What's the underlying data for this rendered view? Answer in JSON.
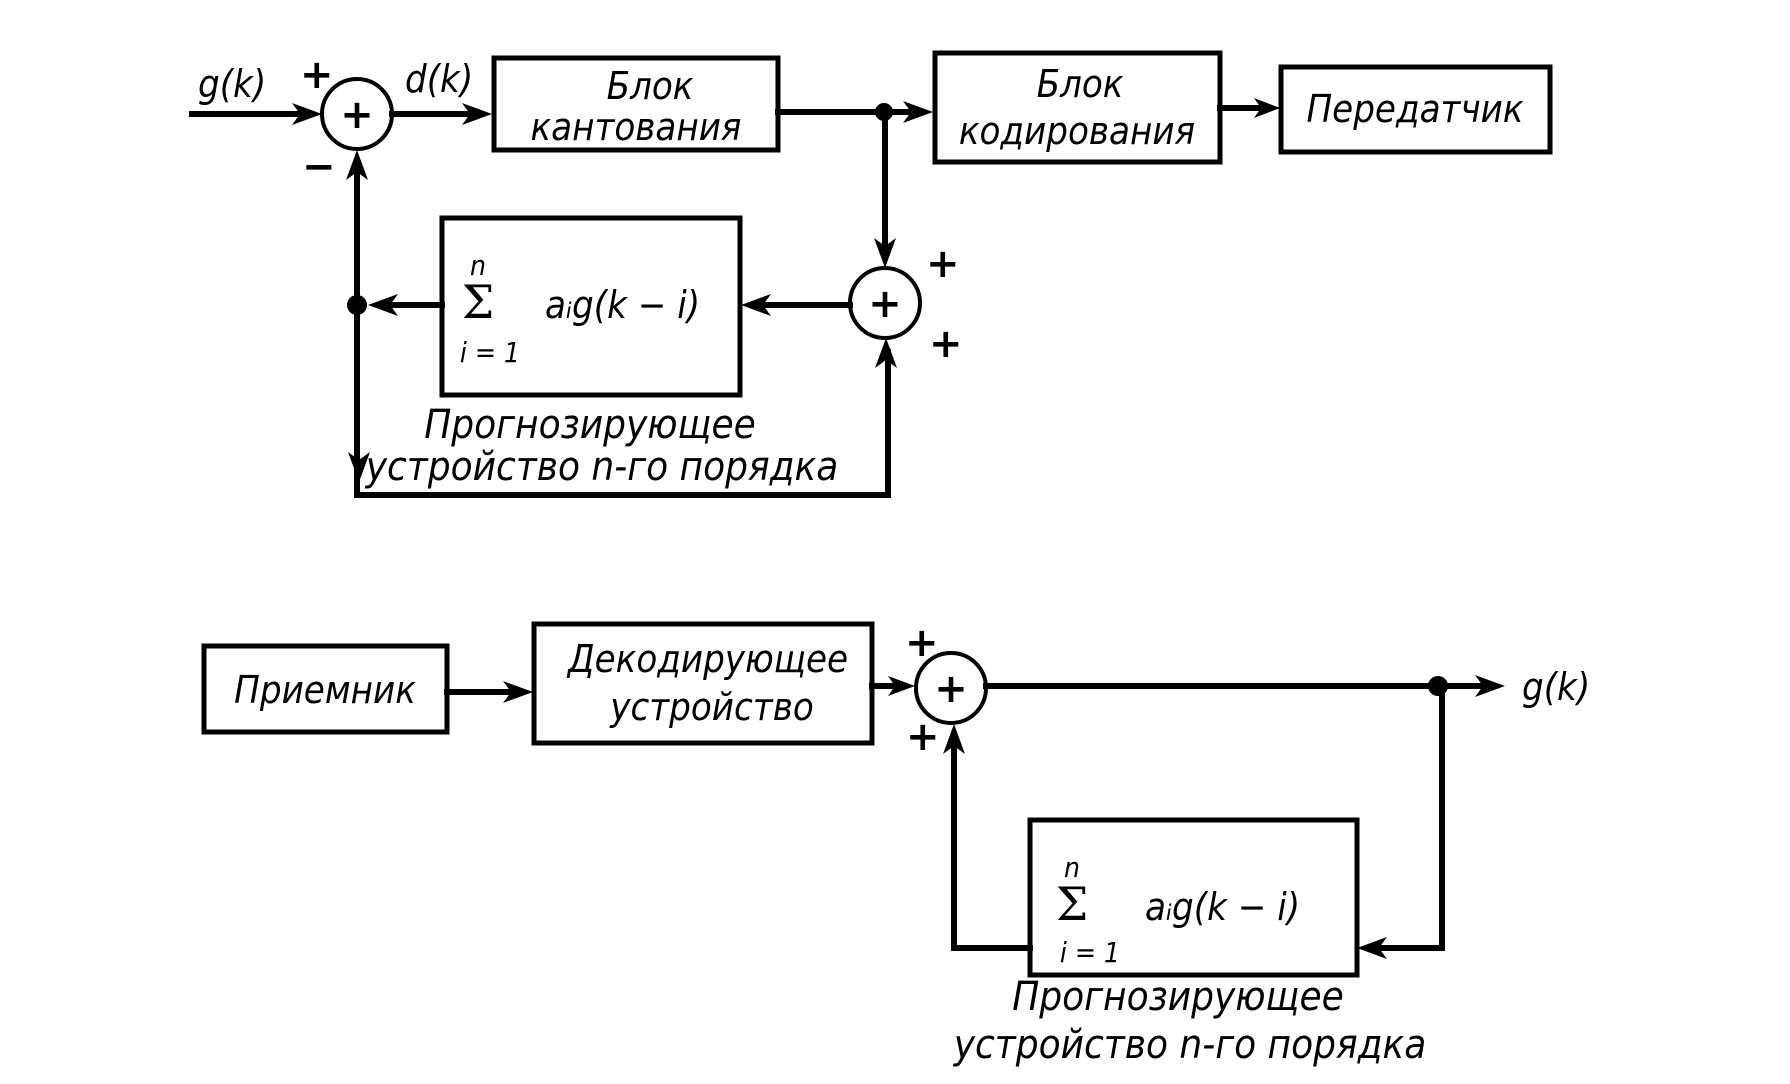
{
  "diagram": {
    "type": "block-diagram",
    "colors": {
      "ink": "#000000",
      "background": "#ffffff"
    },
    "encoder": {
      "input_signal": "g(k)",
      "error_signal": "d(k)",
      "summer1": {
        "symbol": "+",
        "input_plus": "+",
        "input_minus": "−"
      },
      "quantizer": {
        "line1": "Блок",
        "line2": "кантования"
      },
      "coder": {
        "line1": "Блок",
        "line2": "кодирования"
      },
      "transmitter": {
        "label": "Передатчик"
      },
      "summer2": {
        "symbol": "+",
        "sign_top": "+",
        "sign_bottom": "+"
      },
      "predictor": {
        "sum_upper": "n",
        "sum_symbol": "Σ",
        "sum_lower": "i = 1",
        "expression": "aᵢg(k − i)",
        "caption_line1": "Прогнозирующее",
        "caption_line2": "устройство n-го порядка"
      }
    },
    "decoder": {
      "receiver": {
        "label": "Приемник"
      },
      "decoding_device": {
        "line1": "Декодирующее",
        "line2": "устройство"
      },
      "summer": {
        "symbol": "+",
        "sign_top": "+",
        "sign_bottom": "+"
      },
      "output_signal": "g(k)",
      "predictor": {
        "sum_upper": "n",
        "sum_symbol": "Σ",
        "sum_lower": "i = 1",
        "expression": "aᵢg(k − i)",
        "caption_line1": "Прогнозирующее",
        "caption_line2": "устройство n-го порядка"
      }
    }
  }
}
